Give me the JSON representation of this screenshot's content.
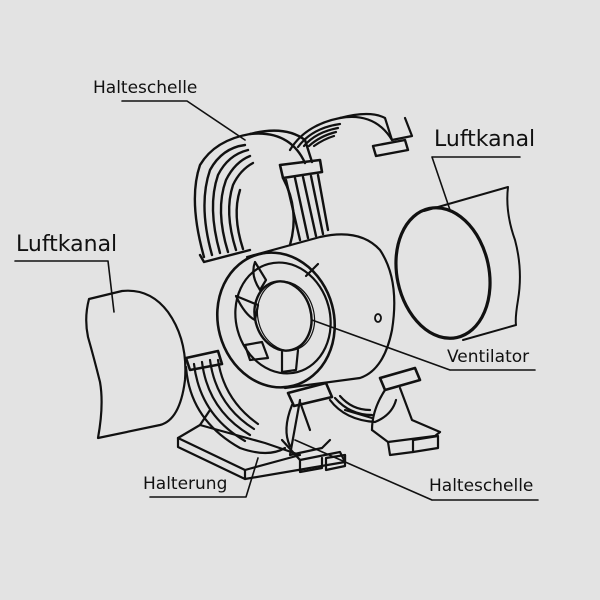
{
  "diagram": {
    "title": "Rohrventilator Explosionszeichnung",
    "background": "#e3e3e3",
    "stroke_color": "#111111",
    "labels": {
      "halteschelle_top": "Halteschelle",
      "luftkanal_right": "Luftkanal",
      "luftkanal_left": "Luftkanal",
      "ventilator": "Ventilator",
      "halterung": "Halterung",
      "halteschelle_bottom": "Halteschelle"
    }
  }
}
